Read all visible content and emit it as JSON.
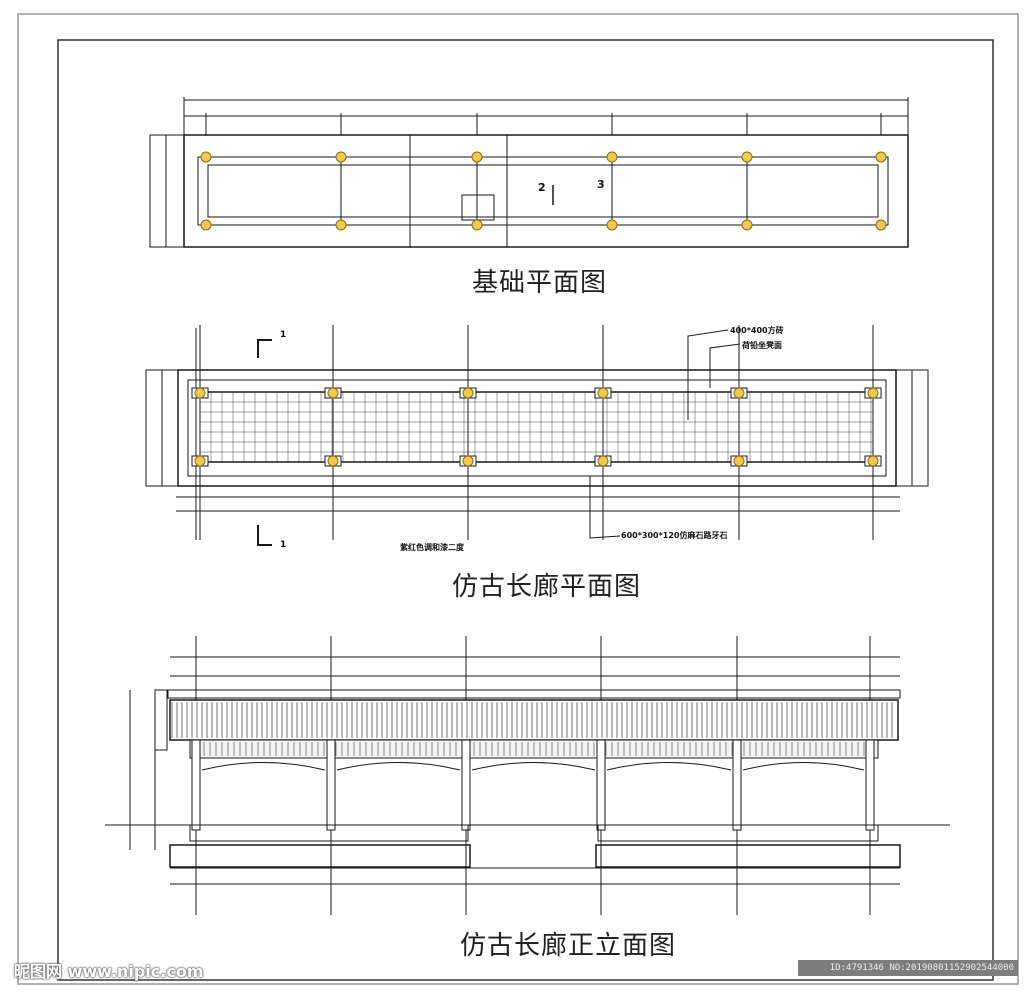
{
  "titles": {
    "foundation_plan": "基础平面图",
    "corridor_plan": "仿古长廊平面图",
    "corridor_elevation": "仿古长廊正立面图"
  },
  "annotations": {
    "tile": "400*400方砖",
    "bench": "荷铅坐凳面",
    "paint": "紫红色调和漆二度",
    "curb": "600*300*120仿麻石路牙石"
  },
  "markers": {
    "section_top": "1",
    "section_bottom": "1",
    "axis_2": "2",
    "axis_3": "3"
  },
  "watermark": {
    "left": "昵图网 www.nipic.com",
    "right": "ID:4791346 NO:20190801152902544000"
  },
  "colors": {
    "line": "#1a1a1a",
    "column_fill": "#f2c94c",
    "column_stroke": "#8a6d1a"
  }
}
